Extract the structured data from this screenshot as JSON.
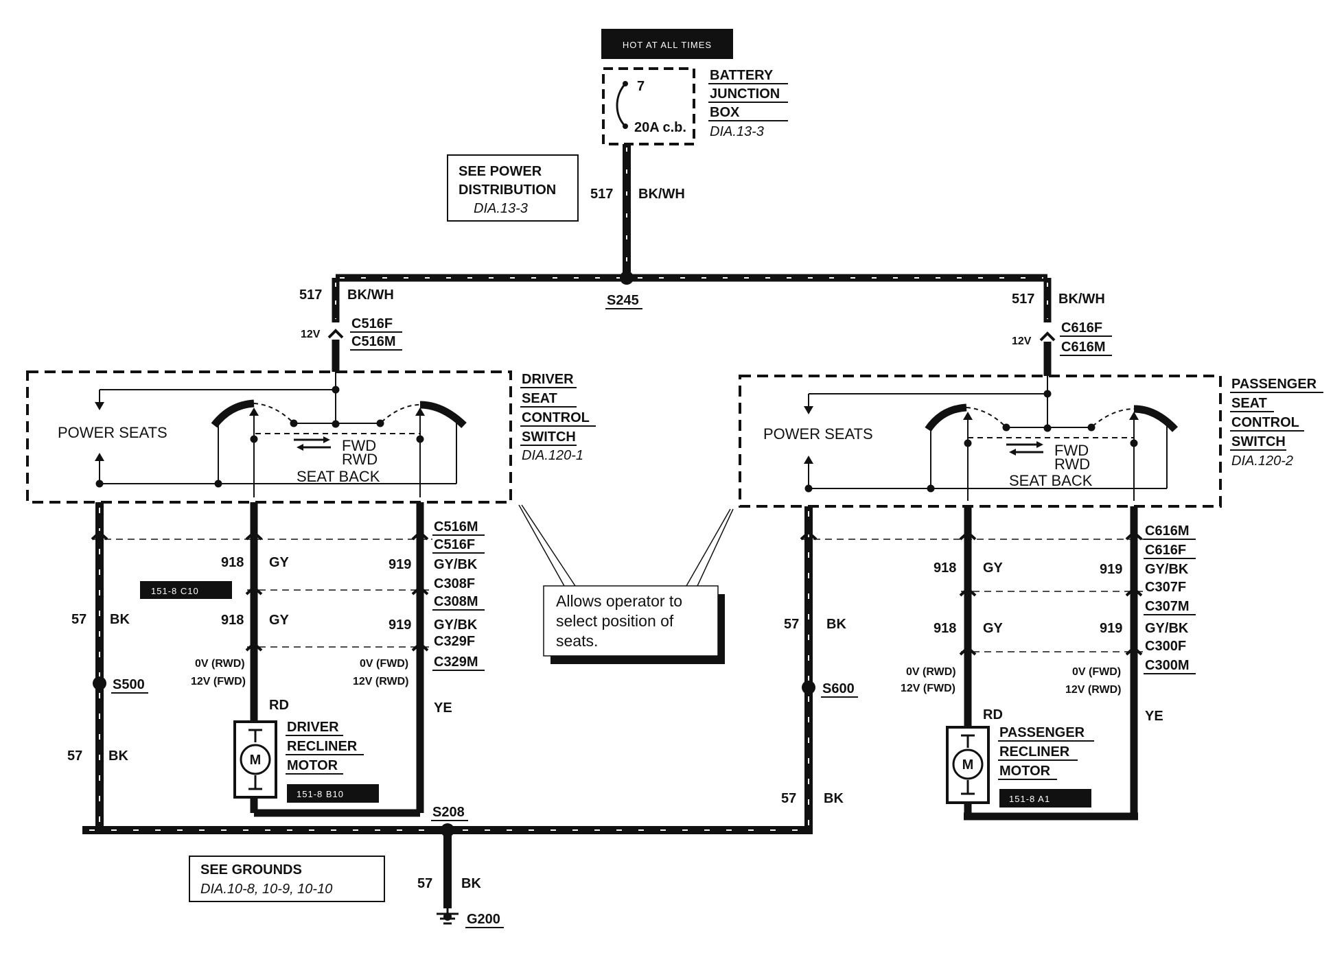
{
  "header": {
    "hot_label": "HOT AT ALL TIMES"
  },
  "battery_box": {
    "fuse_number": "7",
    "fuse_rating": "20A c.b.",
    "name_lines": [
      "BATTERY",
      "JUNCTION",
      "BOX"
    ],
    "ref": "DIA.13-3"
  },
  "power_distribution": {
    "lines": [
      "SEE POWER",
      "DISTRIBUTION"
    ],
    "ref": "DIA.13-3"
  },
  "feed": {
    "circuit": "517",
    "color": "BK/WH",
    "splice": "S245"
  },
  "left": {
    "feed_circuit": "517",
    "feed_color": "BK/WH",
    "voltage": "12V",
    "conn_top_f": "C516F",
    "conn_top_m": "C516M",
    "switch_name": [
      "DRIVER",
      "SEAT",
      "CONTROL",
      "SWITCH"
    ],
    "switch_ref": "DIA.120-1",
    "power_seats": "POWER SEATS",
    "fwd": "FWD",
    "rwd": "RWD",
    "seat_back": "SEAT BACK",
    "conn_b1_m": "C516M",
    "conn_b1_f": "C516F",
    "conn_b2_f": "C308F",
    "conn_b2_m": "C308M",
    "conn_b3_f": "C329F",
    "conn_b3_m": "C329M",
    "w918": "918",
    "gy": "GY",
    "w919": "919",
    "gybk": "GY/BK",
    "loc_tag": "151-8 C10",
    "gnd_circuit": "57",
    "gnd_color": "BK",
    "splice": "S500",
    "rd_v1": "0V (RWD)",
    "rd_v2": "12V (FWD)",
    "ye_v1": "0V (FWD)",
    "ye_v2": "12V (RWD)",
    "rd": "RD",
    "ye": "YE",
    "motor_name": [
      "DRIVER",
      "RECLINER",
      "MOTOR"
    ],
    "motor_tag": "151-8 B10",
    "motor_symbol": "M",
    "s208": "S208"
  },
  "right": {
    "feed_circuit": "517",
    "feed_color": "BK/WH",
    "voltage": "12V",
    "conn_top_f": "C616F",
    "conn_top_m": "C616M",
    "switch_name": [
      "PASSENGER",
      "SEAT",
      "CONTROL",
      "SWITCH"
    ],
    "switch_ref": "DIA.120-2",
    "power_seats": "POWER SEATS",
    "fwd": "FWD",
    "rwd": "RWD",
    "seat_back": "SEAT BACK",
    "conn_b1_m": "C616M",
    "conn_b1_f": "C616F",
    "conn_b2_f": "C307F",
    "conn_b2_m": "C307M",
    "conn_b3_f": "C300F",
    "conn_b3_m": "C300M",
    "w918": "918",
    "gy": "GY",
    "w919": "919",
    "gybk": "GY/BK",
    "gnd_circuit": "57",
    "gnd_color": "BK",
    "splice": "S600",
    "rd_v1": "0V (RWD)",
    "rd_v2": "12V (FWD)",
    "ye_v1": "0V (FWD)",
    "ye_v2": "12V (RWD)",
    "rd": "RD",
    "ye": "YE",
    "motor_name": [
      "PASSENGER",
      "RECLINER",
      "MOTOR"
    ],
    "motor_tag": "151-8 A1",
    "motor_symbol": "M"
  },
  "callout": {
    "lines": [
      "Allows operator to",
      "select position of",
      "seats."
    ]
  },
  "grounds": {
    "lines": [
      "SEE GROUNDS"
    ],
    "ref": "DIA.10-8, 10-9, 10-10",
    "circuit": "57",
    "color": "BK",
    "ground_id": "G200"
  }
}
